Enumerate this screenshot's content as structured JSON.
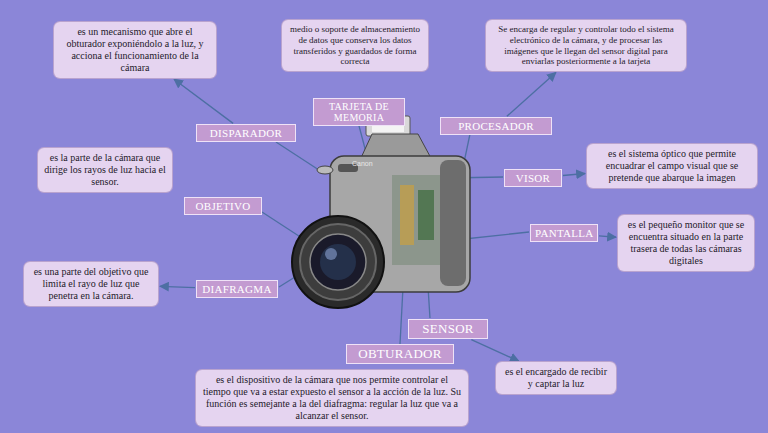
{
  "diagram": {
    "nodes": [
      {
        "text": [
          "es un mecanismo que abre el obturador exponiéndolo a la luz, y acciona el funcionamiento de la cámara"
        ]
      },
      {
        "text": [
          "medio o soporte de almacenamiento de datos que conserva los datos transferidos y guardados de forma correcta"
        ]
      },
      {
        "text": [
          "Se encarga de regular y controlar todo el sistema electrónico de la cámara, y de procesar las imágenes que le llegan del sensor digital para enviarlas posteriormente a la tarjeta"
        ]
      },
      {
        "text": [
          "DISPARADOR"
        ]
      },
      {
        "text": [
          "TARJETA DE MEMORIA"
        ]
      },
      {
        "text": [
          "PROCESADOR"
        ]
      },
      {
        "text": [
          "es la parte de la cámara que dirige los rayos de luz hacia el sensor."
        ]
      },
      {
        "text": [
          "VISOR"
        ]
      },
      {
        "text": [
          "es el sistema óptico que permite encuadrar el campo visual que se pretende que abarque la imagen"
        ]
      },
      {
        "text": [
          "OBJETIVO"
        ]
      },
      {
        "text": [
          "PANTALLA"
        ]
      },
      {
        "text": [
          "es el pequeño monitor que se encuentra situado en la parte trasera de todas las cámaras digitales"
        ]
      },
      {
        "text": [
          "es una parte del objetivo que limita el rayo de luz que penetra en la cámara."
        ]
      },
      {
        "text": [
          "DIAFRAGMA"
        ]
      },
      {
        "text": [
          "SENSOR"
        ]
      },
      {
        "text": [
          "OBTURADOR"
        ]
      },
      {
        "text": [
          "es el encargado de recibir y captar la luz"
        ]
      },
      {
        "text": [
          "es el dispositivo de la cámara que nos permite controlar el tiempo que va a estar expuesto el sensor a la acción de la luz. Su función es semejante a la del diafragma: regular la luz que va a alcanzar el sensor."
        ]
      }
    ],
    "edges": [
      {
        "from": 3,
        "to": 0,
        "arrow": "to"
      },
      {
        "from": 5,
        "to": 2,
        "arrow": "to"
      },
      {
        "from": 7,
        "to": 8,
        "arrow": "to"
      },
      {
        "from": 10,
        "to": 11,
        "arrow": "to"
      },
      {
        "from": 13,
        "to": 12,
        "arrow": "to"
      },
      {
        "from": 14,
        "to": 16,
        "arrow": "to"
      }
    ],
    "labels": [
      "Canon"
    ]
  }
}
